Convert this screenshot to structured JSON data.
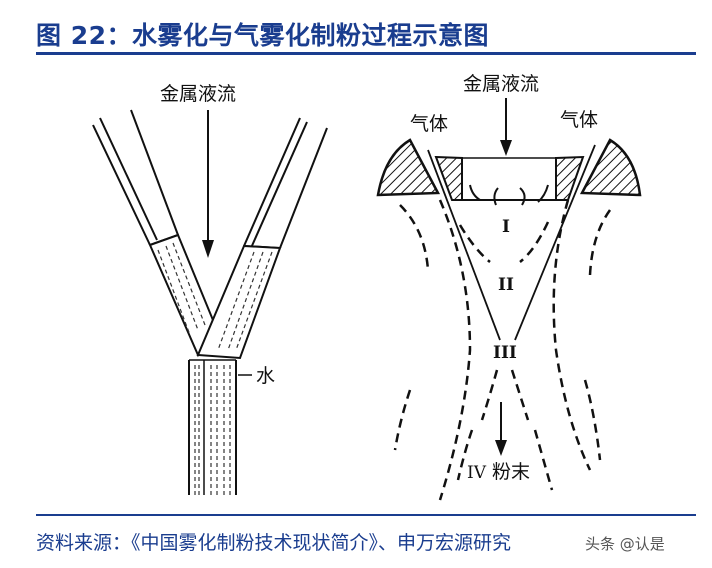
{
  "header": {
    "title": "图 22：水雾化与气雾化制粉过程示意图",
    "accent_color": "#1a3d8f"
  },
  "diagram_left": {
    "name": "water-atomization",
    "label_metal_stream": "金属液流",
    "label_water": "水"
  },
  "diagram_right": {
    "name": "gas-atomization",
    "label_metal_stream": "金属液流",
    "label_gas_left": "气体",
    "label_gas_right": "气体",
    "zone_1": "I",
    "zone_2": "II",
    "zone_3": "III",
    "zone_4": "IV",
    "label_powder": "粉末"
  },
  "footer": {
    "source": "资料来源：《中国雾化制粉技术现状简介》、申万宏源研究",
    "watermark": "头条 @认是"
  }
}
